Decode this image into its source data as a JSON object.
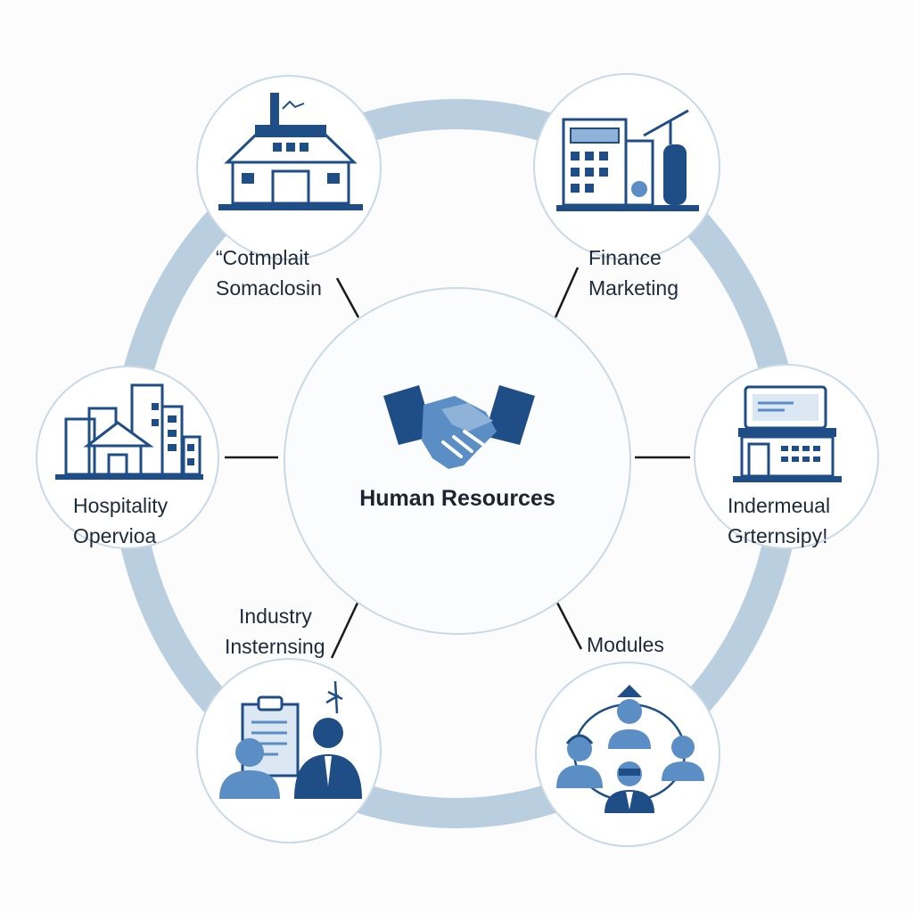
{
  "diagram": {
    "center": {
      "title": "Human Resources",
      "icon": "handshake-icon"
    },
    "nodes": [
      {
        "id": "top-left",
        "icon": "school-building-icon",
        "lines": [
          "“Cotmplait",
          "Somaclosin"
        ]
      },
      {
        "id": "top-right",
        "icon": "office-factory-icon",
        "lines": [
          "Finance",
          "Marketing"
        ]
      },
      {
        "id": "left",
        "icon": "hospital-buildings-icon",
        "lines": [
          "Hospitality",
          "Opervioa"
        ]
      },
      {
        "id": "right",
        "icon": "storefront-icon",
        "lines": [
          "Indermeual",
          "Grternsipy!"
        ]
      },
      {
        "id": "bottom-left",
        "icon": "interview-people-icon",
        "lines": [
          "Industry",
          "Insternsing"
        ]
      },
      {
        "id": "bottom-right",
        "icon": "team-network-icon",
        "lines": [
          "Modules"
        ]
      }
    ]
  },
  "colors": {
    "ring": "#b9cfe0",
    "primary": "#1f4e86",
    "accent": "#5b8ec4",
    "light": "#8fb3d8",
    "connector": "#1a1a1a"
  }
}
